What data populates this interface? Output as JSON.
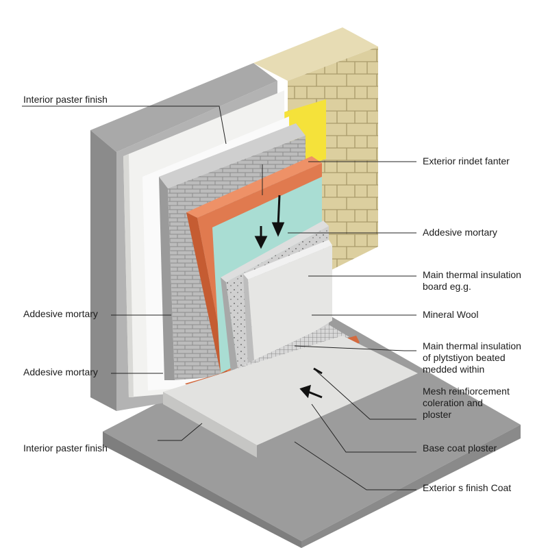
{
  "diagram": {
    "left_labels": [
      {
        "id": "interior-plaster-top",
        "lines": [
          "Interior paster finish"
        ]
      },
      {
        "id": "adhesive-mortary-left-1",
        "lines": [
          "Addesive mortary"
        ]
      },
      {
        "id": "adhesive-mortary-left-2",
        "lines": [
          "Addesive mortary"
        ]
      },
      {
        "id": "interior-plaster-bottom",
        "lines": [
          "Interior paster finish"
        ]
      }
    ],
    "right_labels": [
      {
        "id": "exterior-rindlet-fanter",
        "lines": [
          "Exterior rindet fanter"
        ]
      },
      {
        "id": "adhesive-mortary-right",
        "lines": [
          "Addesive mortary"
        ]
      },
      {
        "id": "main-thermal-insulation-board",
        "lines": [
          "Main thermal insulation",
          "board eg.g."
        ]
      },
      {
        "id": "mineral-wool",
        "lines": [
          "Mineral Wool"
        ]
      },
      {
        "id": "main-thermal-insulation-polystyrene",
        "lines": [
          "Main thermal insulation",
          "of plytstiyon beated",
          "medded within"
        ]
      },
      {
        "id": "mesh-reinforcement",
        "lines": [
          "Mesh reinfiorcement",
          "coleration and",
          "ploster"
        ]
      },
      {
        "id": "base-coat-plaster",
        "lines": [
          "Base coat ploster"
        ]
      },
      {
        "id": "exterior-finish-coat",
        "lines": [
          "Exterior s finish Coat"
        ]
      }
    ]
  },
  "colors": {
    "concrete": "#9e9e9e",
    "plaster_white": "#f3f3f1",
    "brick_grey": "#b9b9b9",
    "orange_render": "#e07a4f",
    "insulation_teal": "#a9ddd3",
    "mineral_wool": "#e6e6e4",
    "stone_beige": "#ddd0a6",
    "yellow_sheet": "#f5e23a",
    "leader": "#222222"
  }
}
